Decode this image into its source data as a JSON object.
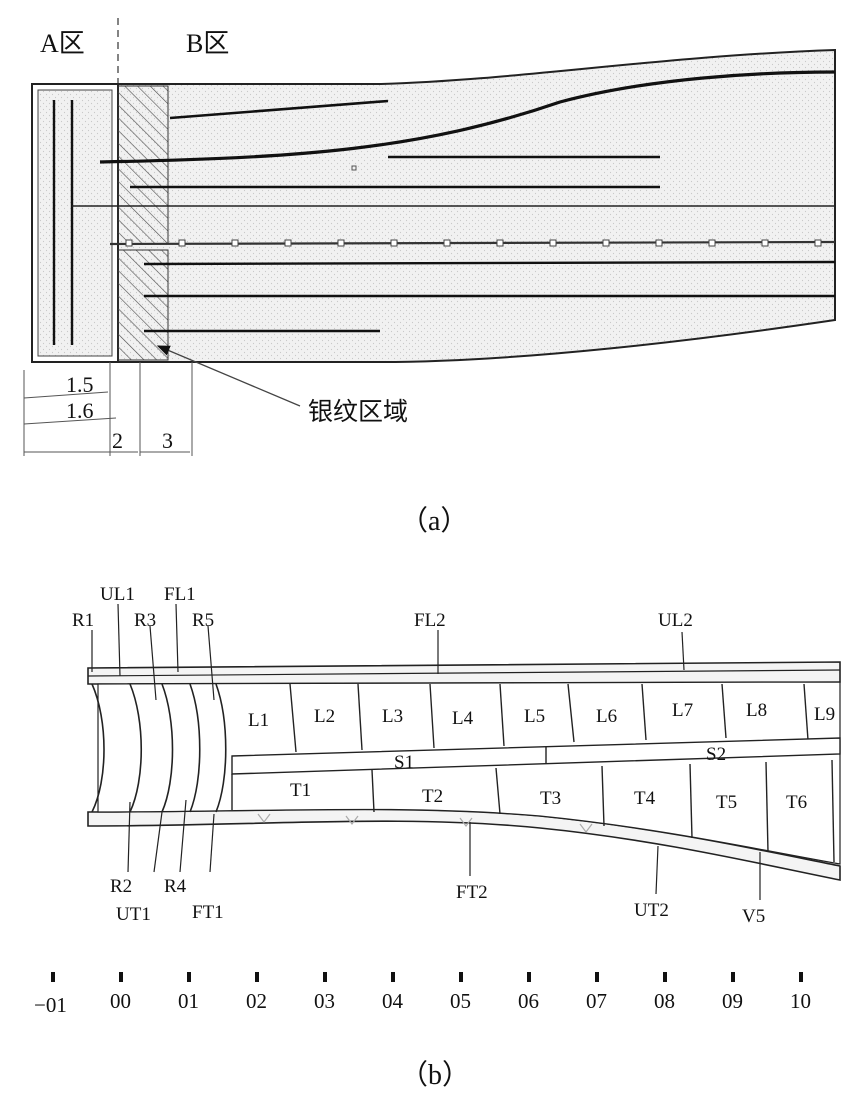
{
  "panel_a": {
    "zone_a": "A区",
    "zone_b": "B区",
    "dims": [
      "1.5",
      "1.6",
      "2",
      "3"
    ],
    "callout": "银纹区域",
    "caption": "（a）"
  },
  "panel_b": {
    "top_labels": {
      "R1": "R1",
      "UL1": "UL1",
      "R3": "R3",
      "FL1": "FL1",
      "R5": "R5",
      "FL2": "FL2",
      "UL2": "UL2"
    },
    "bottom_labels": {
      "R2": "R2",
      "UT1": "UT1",
      "R4": "R4",
      "FT1": "FT1",
      "FT2": "FT2",
      "UT2": "UT2",
      "V5": "V5"
    },
    "l_cells": [
      "L1",
      "L2",
      "L3",
      "L4",
      "L5",
      "L6",
      "L7",
      "L8",
      "L9"
    ],
    "s_cells": [
      "S1",
      "S2"
    ],
    "t_cells": [
      "T1",
      "T2",
      "T3",
      "T4",
      "T5",
      "T6"
    ],
    "ticks": [
      "−01",
      "00",
      "01",
      "02",
      "03",
      "04",
      "05",
      "06",
      "07",
      "08",
      "09",
      "10"
    ],
    "caption": "（b）"
  }
}
